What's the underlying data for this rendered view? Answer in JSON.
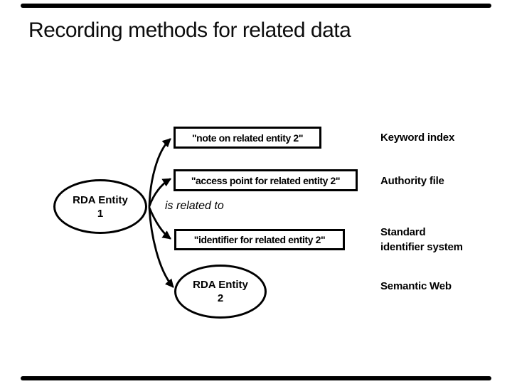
{
  "slide": {
    "title": "Recording methods for related data",
    "background_color": "#ffffff",
    "ink_color": "#000000"
  },
  "diagram": {
    "source_entity": {
      "name": "RDA Entity",
      "number": "1"
    },
    "target_entity": {
      "name": "RDA Entity",
      "number": "2"
    },
    "relationship_label": "is related to",
    "method_boxes": [
      "\"note on related entity 2\"",
      "\"access point for related entity 2\"",
      "\"identifier for related entity 2\""
    ],
    "index_labels": [
      "Keyword index",
      "Authority file",
      "Standard\nidentifier system",
      "Semantic Web"
    ]
  }
}
